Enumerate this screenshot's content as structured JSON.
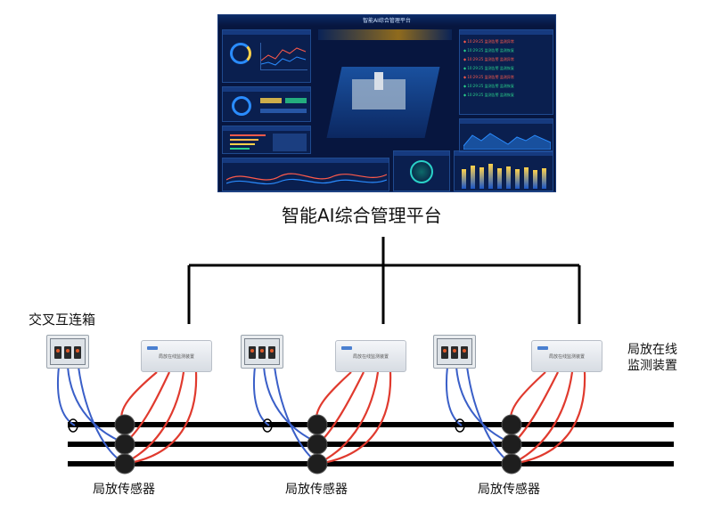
{
  "dashboard": {
    "title": "智能AI综合管理平台",
    "accent": "#1a56c8",
    "alarm_color": "#ff5a4a"
  },
  "platform_label": "智能AI综合管理平台",
  "crossbond_label": "交叉互连箱",
  "monitor_label_line1": "局放在线",
  "monitor_label_line2": "监测装置",
  "device_plate_text": "局放在线监测装置",
  "sensor_labels": [
    "局放传感器",
    "局放传感器",
    "局放传感器"
  ],
  "colors": {
    "bus_line": "#000000",
    "signal_cable": "#e03a2e",
    "ground_cable": "#3a5fc8"
  }
}
